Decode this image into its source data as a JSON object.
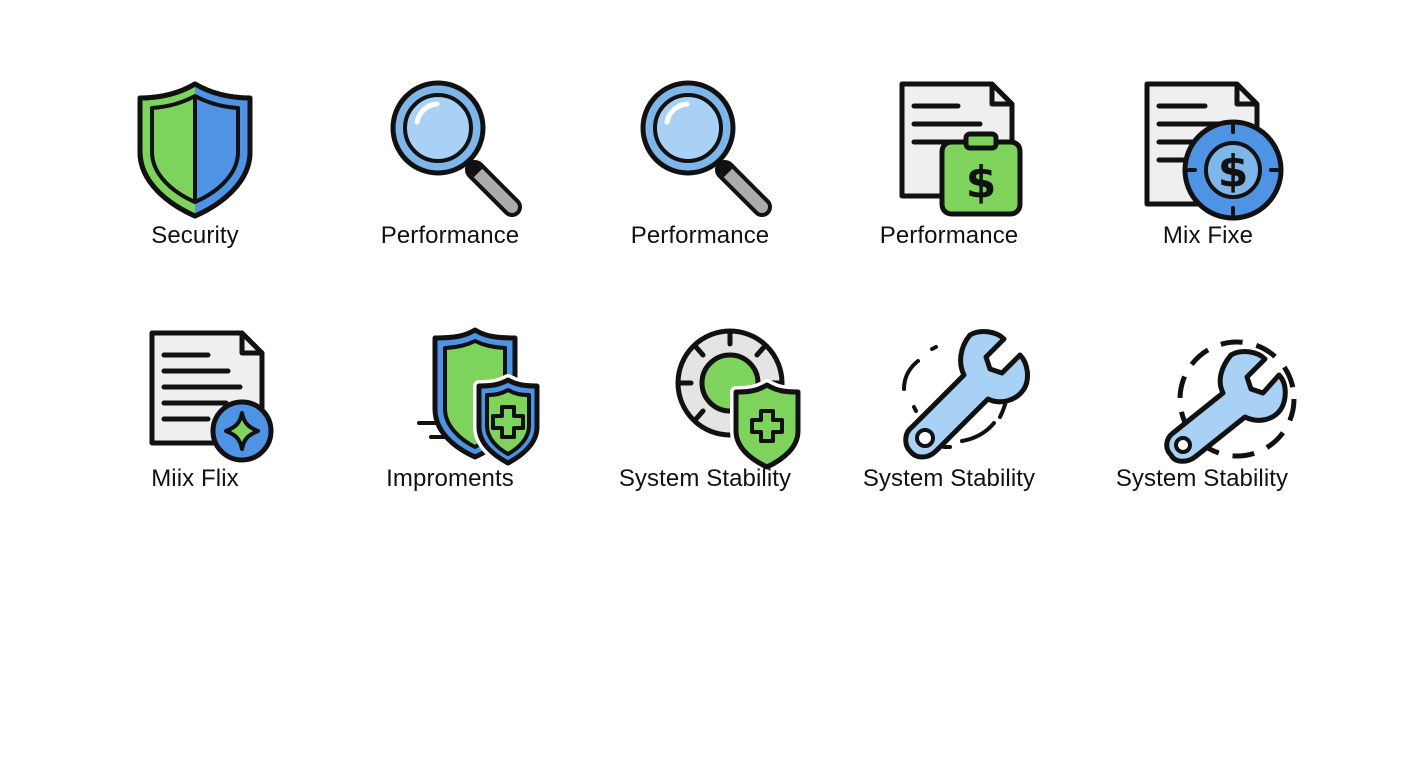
{
  "colors": {
    "outline": "#111111",
    "green": "#7ed35c",
    "blue": "#4f93e4",
    "light_blue": "#a8d1f5",
    "gray": "#ababab",
    "paper": "#efefef"
  },
  "icons": [
    {
      "icon": "shield-icon",
      "label": "Security"
    },
    {
      "icon": "magnifier-icon",
      "label": "Performance"
    },
    {
      "icon": "magnifier-icon",
      "label": "Performance"
    },
    {
      "icon": "invoice-dollar-icon",
      "label": "Performance"
    },
    {
      "icon": "document-dollar-icon",
      "label": "Mix Fixe"
    },
    {
      "icon": "document-badge-icon",
      "label": "Miix Flix"
    },
    {
      "icon": "shield-plus-icon",
      "label": "Impro​ments"
    },
    {
      "icon": "gear-shield-icon",
      "label": "System Stability"
    },
    {
      "icon": "wrench-icon",
      "label": "System Stability"
    },
    {
      "icon": "wrench-circle-icon",
      "label": "System Stability"
    }
  ]
}
